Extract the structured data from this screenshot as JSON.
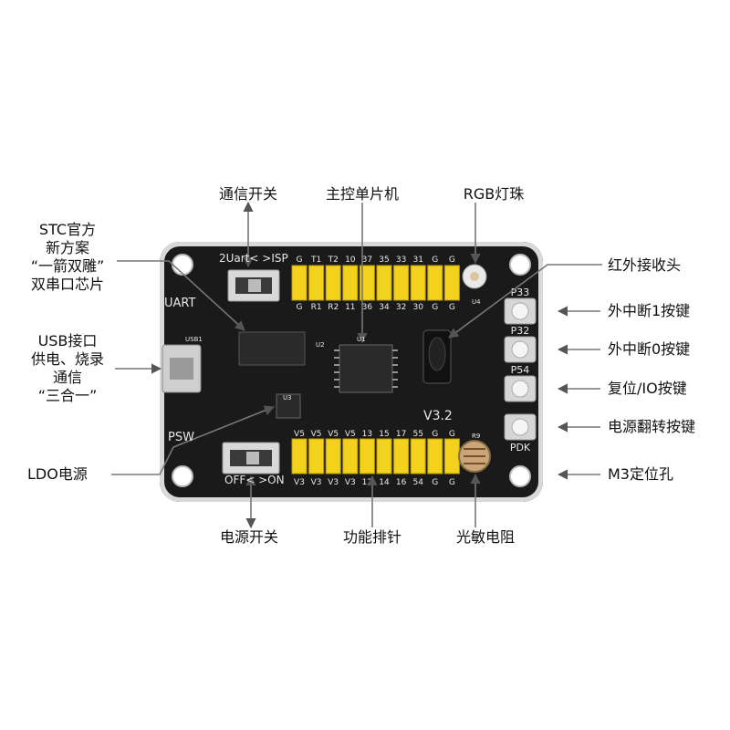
{
  "labels": {
    "comm_switch": "通信开关",
    "mcu": "主控单片机",
    "rgb": "RGB灯珠",
    "stc": [
      "STC官方",
      "新方案",
      "“一箭双雕”",
      "双串口芯片"
    ],
    "usb": [
      "USB接口",
      "供电、烧录",
      "通信",
      "“三合一”"
    ],
    "ldo": "LDO电源",
    "ir": "红外接收头",
    "ext_int1": "外中断1按键",
    "ext_int0": "外中断0按键",
    "reset": "复位/IO按键",
    "power_flip": "电源翻转按键",
    "m3": "M3定位孔",
    "power_switch": "电源开关",
    "header": "功能排针",
    "photo": "光敏电阻"
  },
  "board": {
    "top_silk": "2Uart< >ISP",
    "uart": "UART",
    "psw": "PSW",
    "bottom_silk": "OFF< >ON",
    "version": "V3.2",
    "top_header_top": [
      "G",
      "T1",
      "T2",
      "10",
      "37",
      "35",
      "33",
      "31",
      "G",
      "G"
    ],
    "top_header_bottom": [
      "G",
      "R1",
      "R2",
      "11",
      "36",
      "34",
      "32",
      "30",
      "G",
      "G"
    ],
    "bot_header_top": [
      "V5",
      "V5",
      "V5",
      "V5",
      "13",
      "15",
      "17",
      "55",
      "G",
      "G"
    ],
    "bot_header_bottom": [
      "V3",
      "V3",
      "V3",
      "V3",
      "12",
      "14",
      "16",
      "54",
      "G",
      "G"
    ],
    "buttons": [
      "P33",
      "P32",
      "P54",
      "PDK"
    ],
    "usb_ref": "USB1",
    "u1": "U1",
    "u2": "U2",
    "u3": "U3",
    "u4": "U4",
    "r9": "R9"
  }
}
